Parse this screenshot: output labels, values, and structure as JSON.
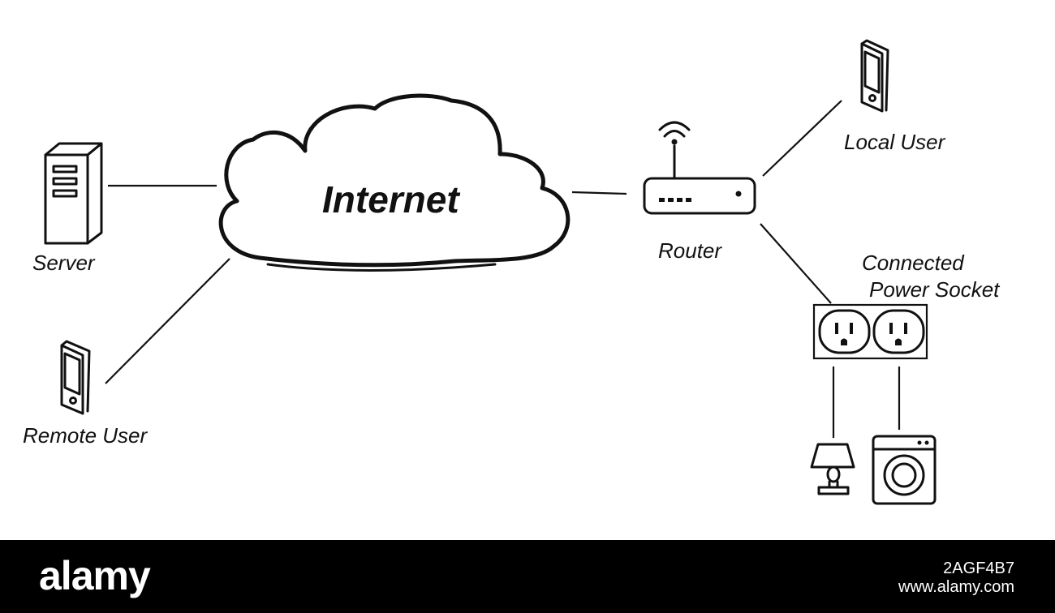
{
  "colors": {
    "background": "#ffffff",
    "ink": "#111111",
    "banner": "#000000",
    "banner_text": "#ffffff"
  },
  "nodes": {
    "internet": {
      "label": "Internet",
      "icon": "cloud-icon"
    },
    "server": {
      "label": "Server",
      "icon": "server-icon"
    },
    "remote_user": {
      "label": "Remote User",
      "icon": "phone-icon"
    },
    "router": {
      "label": "Router",
      "icon": "router-icon"
    },
    "local_user": {
      "label": "Local User",
      "icon": "phone-icon"
    },
    "socket": {
      "label_line1": "Connected",
      "label_line2": "Power Socket",
      "icon": "power-socket-icon"
    },
    "lamp": {
      "icon": "lamp-icon"
    },
    "washer": {
      "icon": "washing-machine-icon"
    }
  },
  "watermark": {
    "brand": "alamy",
    "image_id": "2AGF4B7",
    "url": "www.alamy.com"
  }
}
